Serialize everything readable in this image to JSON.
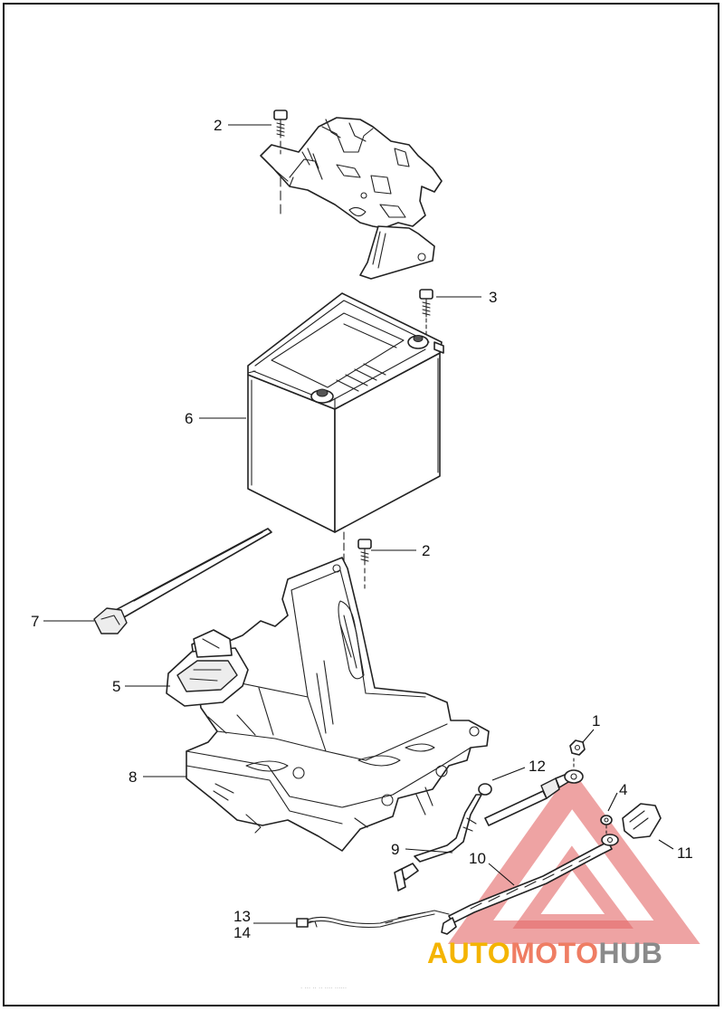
{
  "callouts": [
    {
      "num": "2"
    },
    {
      "num": "3"
    },
    {
      "num": "6"
    },
    {
      "num": "2"
    },
    {
      "num": "7"
    },
    {
      "num": "5"
    },
    {
      "num": "1"
    },
    {
      "num": "8"
    },
    {
      "num": "12"
    },
    {
      "num": "4"
    },
    {
      "num": "11"
    },
    {
      "num": "9"
    },
    {
      "num": "10"
    },
    {
      "num": "13"
    },
    {
      "num": "14"
    }
  ],
  "watermark": {
    "part1": "AUTO",
    "part2": "MOTO",
    "part3": "HUB",
    "colors": {
      "part1": "#f4b400",
      "part2": "#ef7d63",
      "part3": "#8a8a8a",
      "triangle": "#e46a6a"
    }
  },
  "footer_code": ". ... .. .. .... ......"
}
